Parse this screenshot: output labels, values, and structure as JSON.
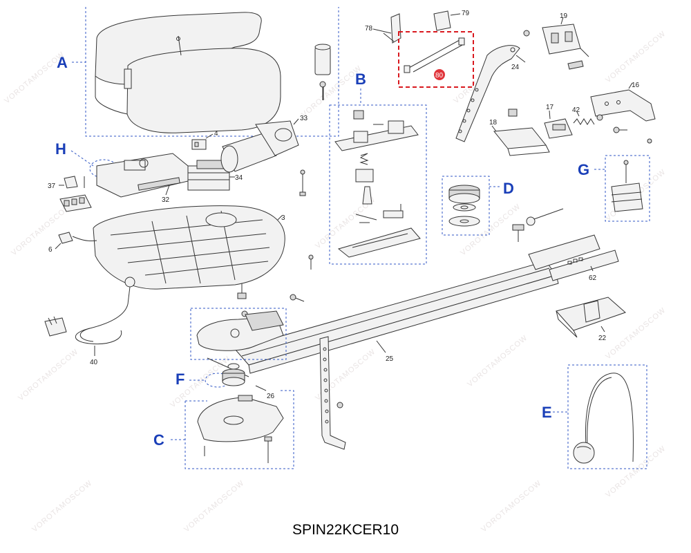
{
  "model_code": "SPIN22KCER10",
  "watermark_text": "VOROTAMOSCOW",
  "groups": {
    "A": "A",
    "B": "B",
    "C": "C",
    "D": "D",
    "E": "E",
    "F": "F",
    "G": "G",
    "H": "H"
  },
  "parts": {
    "p3": "3",
    "p4": "4",
    "p6": "6",
    "p16": "16",
    "p17": "17",
    "p18": "18",
    "p19": "19",
    "p22": "22",
    "p24": "24",
    "p25": "25",
    "p26": "26",
    "p32": "32",
    "p33": "33",
    "p34": "34",
    "p37": "37",
    "p40": "40",
    "p42": "42",
    "p62": "62",
    "p78": "78",
    "p79": "79",
    "p80": "80"
  },
  "colors": {
    "group_letters": "#1a3fb8",
    "group_boxes": "#2f56c4",
    "highlight_box": "#d9181e",
    "highlight_badge": "#e0343a"
  }
}
